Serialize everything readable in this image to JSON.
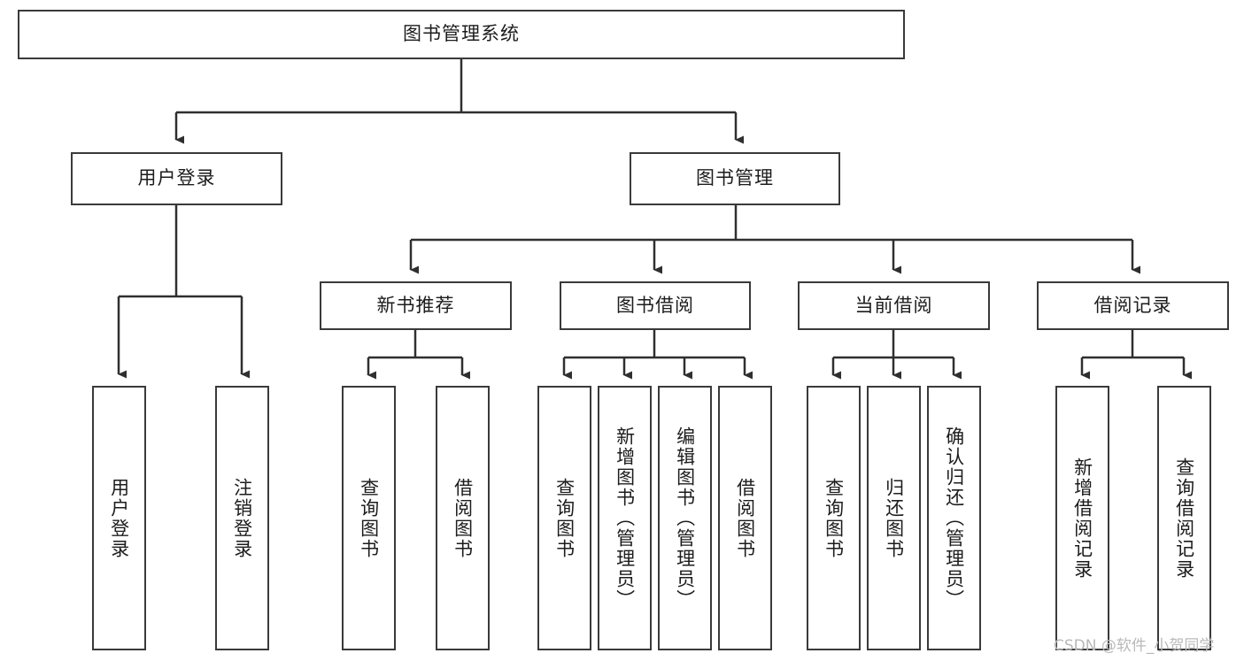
{
  "diagram": {
    "title": "图书管理系统",
    "type": "tree-hierarchy-diagram",
    "watermark": "CSDN @软件_小贺同学",
    "colors": {
      "box_border": "#3a3a3a",
      "box_fill": "#ffffff",
      "connector": "#2f2f2f",
      "text": "#1c1c1c",
      "watermark": "#b9b9b9",
      "background": "#ffffff"
    },
    "root": {
      "id": "root",
      "label": "图书管理系统",
      "orientation": "horizontal"
    },
    "level2": [
      {
        "id": "user-login",
        "label": "用户登录",
        "orientation": "horizontal"
      },
      {
        "id": "book-manage",
        "label": "图书管理",
        "orientation": "horizontal"
      }
    ],
    "level3": [
      {
        "id": "new-book-recommend",
        "label": "新书推荐",
        "orientation": "horizontal",
        "parent": "book-manage"
      },
      {
        "id": "book-borrow",
        "label": "图书借阅",
        "orientation": "horizontal",
        "parent": "book-manage"
      },
      {
        "id": "current-borrow",
        "label": "当前借阅",
        "orientation": "horizontal",
        "parent": "book-manage"
      },
      {
        "id": "borrow-record",
        "label": "借阅记录",
        "orientation": "horizontal",
        "parent": "book-manage"
      }
    ],
    "leaves": [
      {
        "id": "leaf-user-login",
        "label": "用户登录",
        "parent": "user-login",
        "orientation": "vertical"
      },
      {
        "id": "leaf-user-logout",
        "label": "注销登录",
        "parent": "user-login",
        "orientation": "vertical"
      },
      {
        "id": "leaf-query-book-1",
        "label": "查询图书",
        "parent": "new-book-recommend",
        "orientation": "vertical"
      },
      {
        "id": "leaf-borrow-book-1",
        "label": "借阅图书",
        "parent": "new-book-recommend",
        "orientation": "vertical"
      },
      {
        "id": "leaf-query-book-2",
        "label": "查询图书",
        "parent": "book-borrow",
        "orientation": "vertical"
      },
      {
        "id": "leaf-add-book",
        "label": "新增图书（管理员）",
        "parent": "book-borrow",
        "orientation": "vertical"
      },
      {
        "id": "leaf-edit-book",
        "label": "编辑图书（管理员）",
        "parent": "book-borrow",
        "orientation": "vertical"
      },
      {
        "id": "leaf-borrow-book-2",
        "label": "借阅图书",
        "parent": "book-borrow",
        "orientation": "vertical"
      },
      {
        "id": "leaf-query-book-3",
        "label": "查询图书",
        "parent": "current-borrow",
        "orientation": "vertical"
      },
      {
        "id": "leaf-return-book",
        "label": "归还图书",
        "parent": "current-borrow",
        "orientation": "vertical"
      },
      {
        "id": "leaf-confirm-return",
        "label": "确认归还（管理员）",
        "parent": "current-borrow",
        "orientation": "vertical"
      },
      {
        "id": "leaf-add-record",
        "label": "新增借阅记录",
        "parent": "borrow-record",
        "orientation": "vertical"
      },
      {
        "id": "leaf-query-record",
        "label": "查询借阅记录",
        "parent": "borrow-record",
        "orientation": "vertical"
      }
    ]
  }
}
